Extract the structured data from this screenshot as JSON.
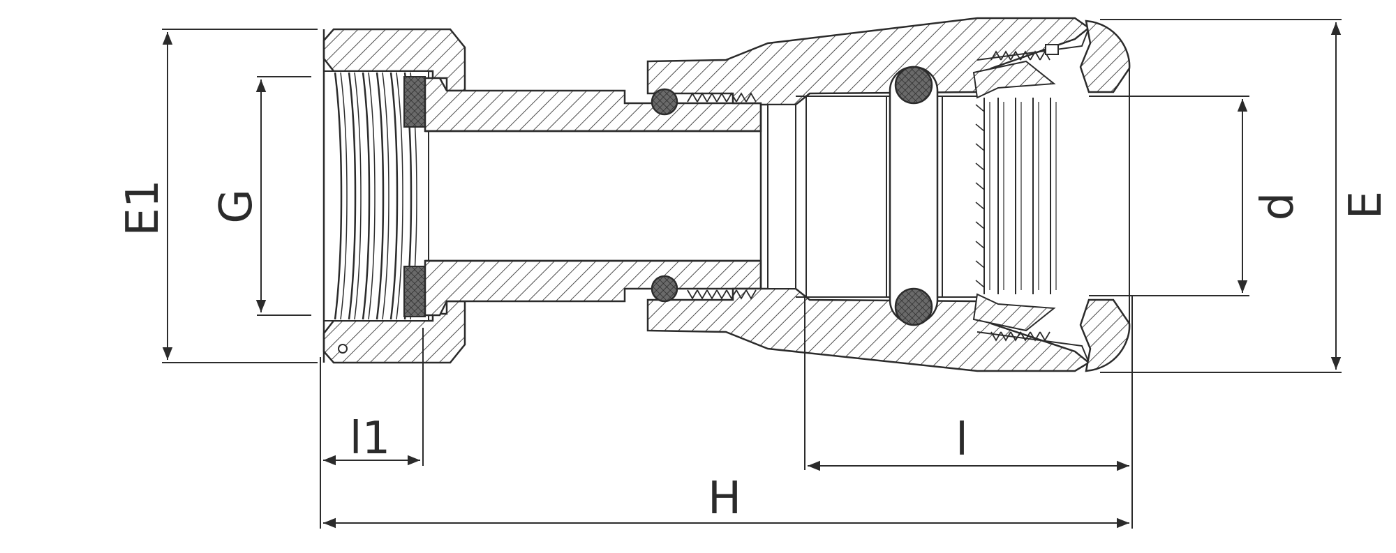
{
  "dimensions": {
    "E1": "E1",
    "G": "G",
    "d": "d",
    "E": "E",
    "l1": "l1",
    "l": "l",
    "H": "H"
  },
  "colors": {
    "line": "#2b2b2b",
    "hatch": "#4a4a4a",
    "seal": "#555555",
    "background": "#ffffff"
  }
}
